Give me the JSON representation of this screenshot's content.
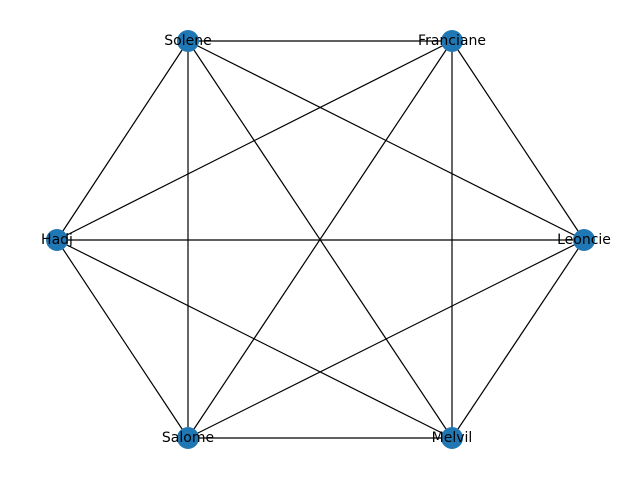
{
  "graph": {
    "node_color": "#1f77b4",
    "edge_color": "#000000",
    "nodes": [
      {
        "id": "Solene",
        "label": "Solene"
      },
      {
        "id": "Franciane",
        "label": "Franciane"
      },
      {
        "id": "Hadj",
        "label": "Hadj"
      },
      {
        "id": "Leoncie",
        "label": "Leoncie"
      },
      {
        "id": "Salome",
        "label": "Salome"
      },
      {
        "id": "Melvil",
        "label": "Melvil"
      }
    ],
    "edges": [
      [
        "Solene",
        "Franciane"
      ],
      [
        "Solene",
        "Hadj"
      ],
      [
        "Solene",
        "Salome"
      ],
      [
        "Solene",
        "Melvil"
      ],
      [
        "Solene",
        "Leoncie"
      ],
      [
        "Franciane",
        "Hadj"
      ],
      [
        "Franciane",
        "Salome"
      ],
      [
        "Franciane",
        "Melvil"
      ],
      [
        "Franciane",
        "Leoncie"
      ],
      [
        "Hadj",
        "Leoncie"
      ],
      [
        "Hadj",
        "Salome"
      ],
      [
        "Hadj",
        "Melvil"
      ],
      [
        "Salome",
        "Melvil"
      ],
      [
        "Salome",
        "Leoncie"
      ],
      [
        "Melvil",
        "Leoncie"
      ]
    ]
  }
}
